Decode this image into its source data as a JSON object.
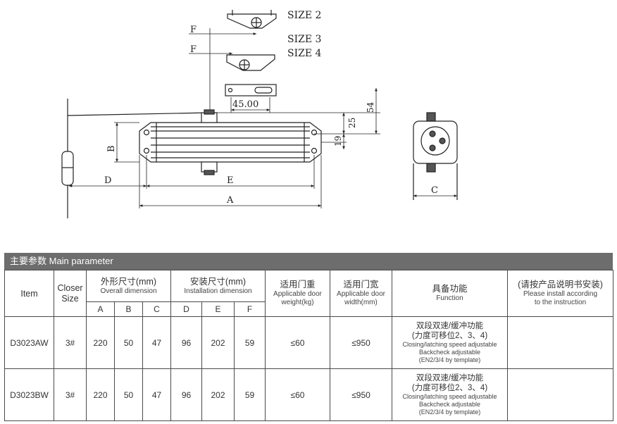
{
  "drawing": {
    "labels": {
      "size2": "SIZE 2",
      "size3": "SIZE 3",
      "size4": "SIZE 4",
      "f_top": "F",
      "f_mid": "F",
      "dim_45": "45.00",
      "dim_54": "54",
      "dim_25": "25",
      "dim_19": "19",
      "dim_b": "B",
      "dim_d": "D",
      "dim_e": "E",
      "dim_a": "A",
      "dim_c": "C"
    }
  },
  "section": {
    "title": "主要参数 Main parameter"
  },
  "table": {
    "headers": {
      "item": "Item",
      "closer_size_1": "Closer",
      "closer_size_2": "Size",
      "overall_cn": "外形尺寸(mm)",
      "overall_en": "Overall dimension",
      "install_cn": "安装尺寸(mm)",
      "install_en": "Installation dimension",
      "weight_cn": "适用门重",
      "weight_en_1": "Applicable door",
      "weight_en_2": "weight(kg)",
      "width_cn": "适用门宽",
      "width_en_1": "Applicable door",
      "width_en_2": "width(mm)",
      "function_cn": "具备功能",
      "function_en": "Function",
      "note_cn": "(请按产品说明书安装)",
      "note_en_1": "Please install according",
      "note_en_2": "to the instruction",
      "col_a": "A",
      "col_b": "B",
      "col_c": "C",
      "col_d": "D",
      "col_e": "E",
      "col_f": "F"
    },
    "rows": [
      {
        "item": "D3023AW",
        "size": "3#",
        "a": "220",
        "b": "50",
        "c": "47",
        "d": "96",
        "e": "202",
        "f": "59",
        "weight": "≤60",
        "width": "≤950",
        "func_cn_1": "双段双速/缓冲功能",
        "func_cn_2": "(力度可移位2、3、4)",
        "func_en_1": "Closing/latching speed adjustable",
        "func_en_2": "Backcheck adjustable",
        "func_en_3": "(EN2/3/4 by template)",
        "note": ""
      },
      {
        "item": "D3023BW",
        "size": "3#",
        "a": "220",
        "b": "50",
        "c": "47",
        "d": "96",
        "e": "202",
        "f": "59",
        "weight": "≤60",
        "width": "≤950",
        "func_cn_1": "双段双速/缓冲功能",
        "func_cn_2": "(力度可移位2、3、4)",
        "func_en_1": "Closing/latching speed adjustable",
        "func_en_2": "Backcheck adjustable",
        "func_en_3": "(EN2/3/4 by template)",
        "note": ""
      }
    ]
  }
}
